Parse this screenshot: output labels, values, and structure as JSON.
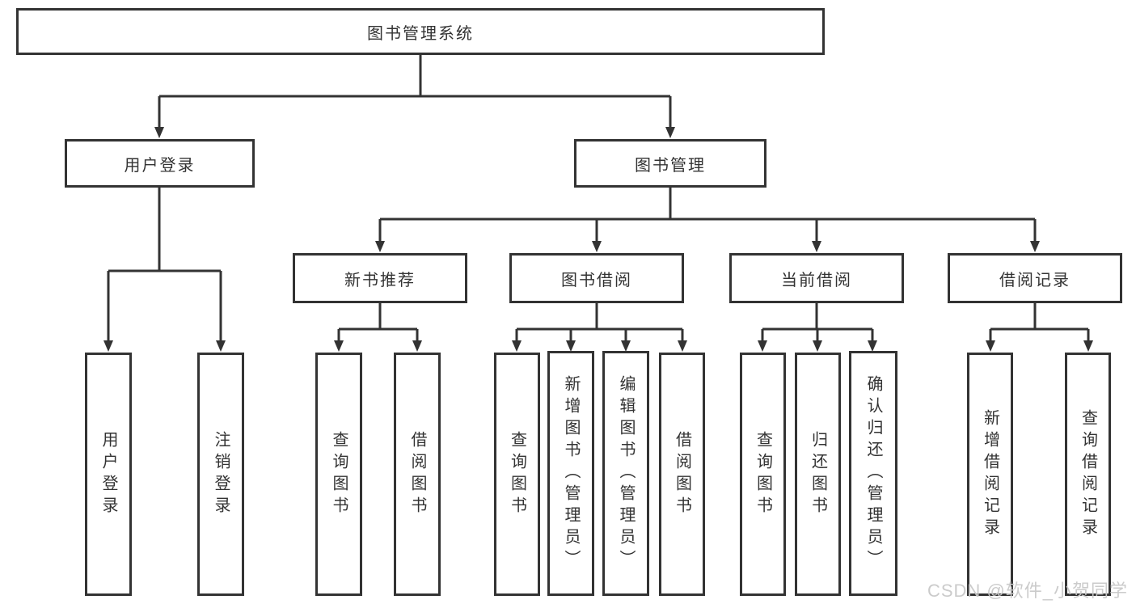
{
  "diagram": {
    "title": "图书管理系统",
    "watermark": "CSDN @软件_小贺同学",
    "colors": {
      "line": "#333333",
      "text": "#333333",
      "background": "#ffffff",
      "watermark": "#c9c9c9"
    },
    "nodes": {
      "root": "图书管理系统",
      "user_login": "用户登录",
      "book_mgmt": "图书管理",
      "new_book_rec": "新书推荐",
      "book_borrow": "图书借阅",
      "current_borrow": "当前借阅",
      "borrow_record": "借阅记录",
      "leaf_user_login": "用户登录",
      "leaf_logout": "注销登录",
      "leaf_query_book_1": "查询图书",
      "leaf_borrow_book_1": "借阅图书",
      "leaf_query_book_2": "查询图书",
      "leaf_add_book": "新增图书（管理员）",
      "leaf_edit_book": "编辑图书（管理员）",
      "leaf_borrow_book_2": "借阅图书",
      "leaf_query_book_3": "查询图书",
      "leaf_return_book": "归还图书",
      "leaf_confirm_return": "确认归还（管理员）",
      "leaf_add_record": "新增借阅记录",
      "leaf_query_record": "查询借阅记录"
    }
  }
}
